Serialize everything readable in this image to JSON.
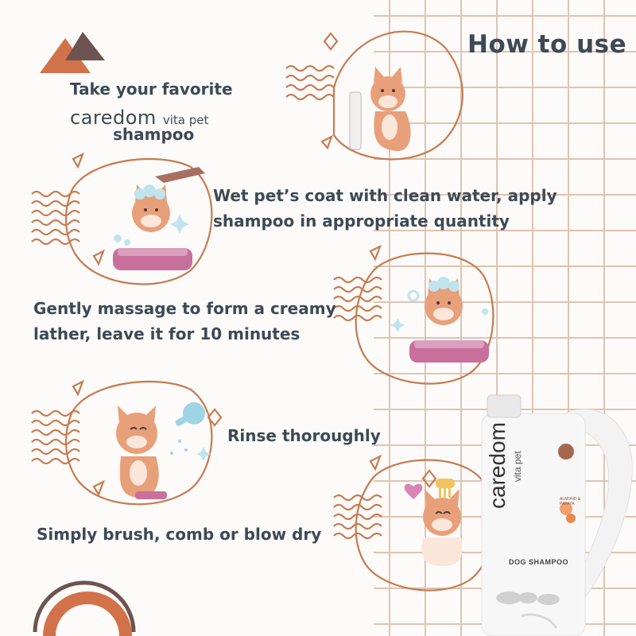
{
  "title": "How to use",
  "brand": {
    "name": "caredom",
    "sub": "vita pet"
  },
  "steps": [
    {
      "line1": "Take your favorite",
      "line2": "shampoo"
    },
    {
      "line1": "Wet pet’s coat with clean water, apply",
      "line2": "shampoo in appropriate quantity"
    },
    {
      "line1": "Gently massage to form a creamy",
      "line2": "lather, leave it for 10 minutes"
    },
    {
      "line1": "Rinse thoroughly"
    },
    {
      "line1": "Simply brush, comb or blow dry"
    }
  ],
  "product": {
    "brand": "caredom",
    "sub": "vita pet",
    "name": "DOG SHAMPOO",
    "badge": "ALMOND & PAPAYA"
  },
  "colors": {
    "accent": "#c77a4f",
    "grid": "#d8b7a0",
    "text": "#3d4a55",
    "dark": "#6d5451",
    "tub": "#c86f9b",
    "fur": "#e8a07a"
  }
}
